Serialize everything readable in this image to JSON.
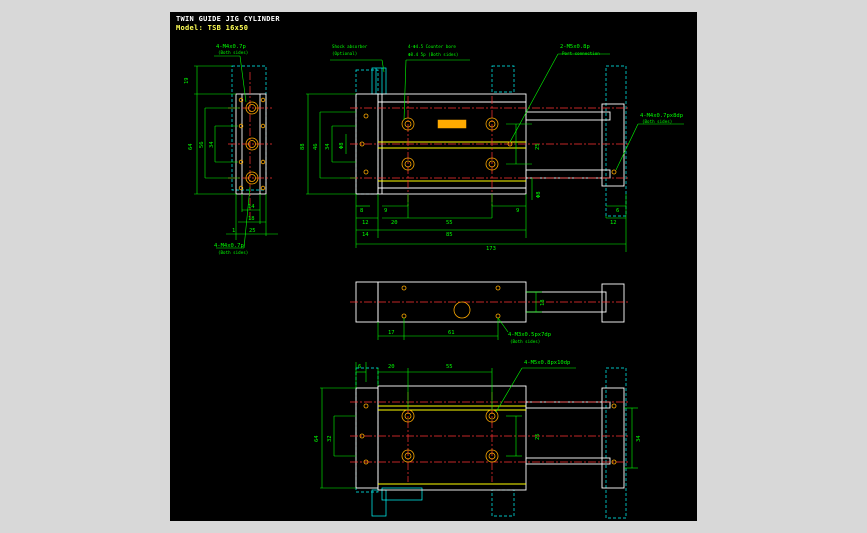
{
  "title": {
    "line1": "TWIN GUIDE JIG CYLINDER",
    "line2": "Model: TSB 16x50"
  },
  "colors": {
    "background": "#000000",
    "outline": "#ffffff",
    "dimension": "#00ff00",
    "hidden": "#00ffff",
    "centerline": "#ff3333",
    "hole": "#ffaa00",
    "note": "#00ff00",
    "bolt": "#00ffff"
  },
  "side_view": {
    "callouts": {
      "top": "4-M4x0.7p",
      "top_sub": "(Both sides)",
      "bottom": "4-M4x0.7p",
      "bottom_sub": "(Both sides)"
    },
    "dims": {
      "h19": "19",
      "h64": "64",
      "h56": "56",
      "h34": "34",
      "w14": "14",
      "w18": "18",
      "w25": "25",
      "w1": "1"
    }
  },
  "front_view": {
    "callouts": {
      "sensor": "Shock absorber",
      "sensor_sub": "(Optional)",
      "counterbore": "4-Φ4.5 Counter bore",
      "counterbore_sub": "Φ8.4 5p (Both sides)",
      "port": "2-M5x0.8p",
      "port_sub": "Port connection",
      "side_tap": "4-M4x0.7px8dp",
      "side_tap_sub": "(Both sides)"
    },
    "dims": {
      "h88": "88",
      "h46": "46",
      "h34": "34",
      "h25": "25",
      "d8": "Φ8",
      "d8b": "Φ8",
      "w8": "8",
      "w9": "9",
      "w9b": "9",
      "w12": "12",
      "w20": "20",
      "w55": "55",
      "w12b": "12",
      "w6": "6",
      "w14": "14",
      "w85": "85",
      "w173": "173"
    }
  },
  "top_view": {
    "callouts": {
      "tap": "4-M3x0.5px7dp",
      "tap_sub": "(Both sides)"
    },
    "dims": {
      "w17": "17",
      "w61": "61",
      "h18": "18"
    }
  },
  "bottom_view": {
    "callouts": {
      "tap": "4-M5x0.8px10dp"
    },
    "dims": {
      "w6": "6",
      "w20": "20",
      "w55": "55",
      "h64": "64",
      "h32": "32",
      "h25": "25",
      "h34": "34"
    }
  }
}
